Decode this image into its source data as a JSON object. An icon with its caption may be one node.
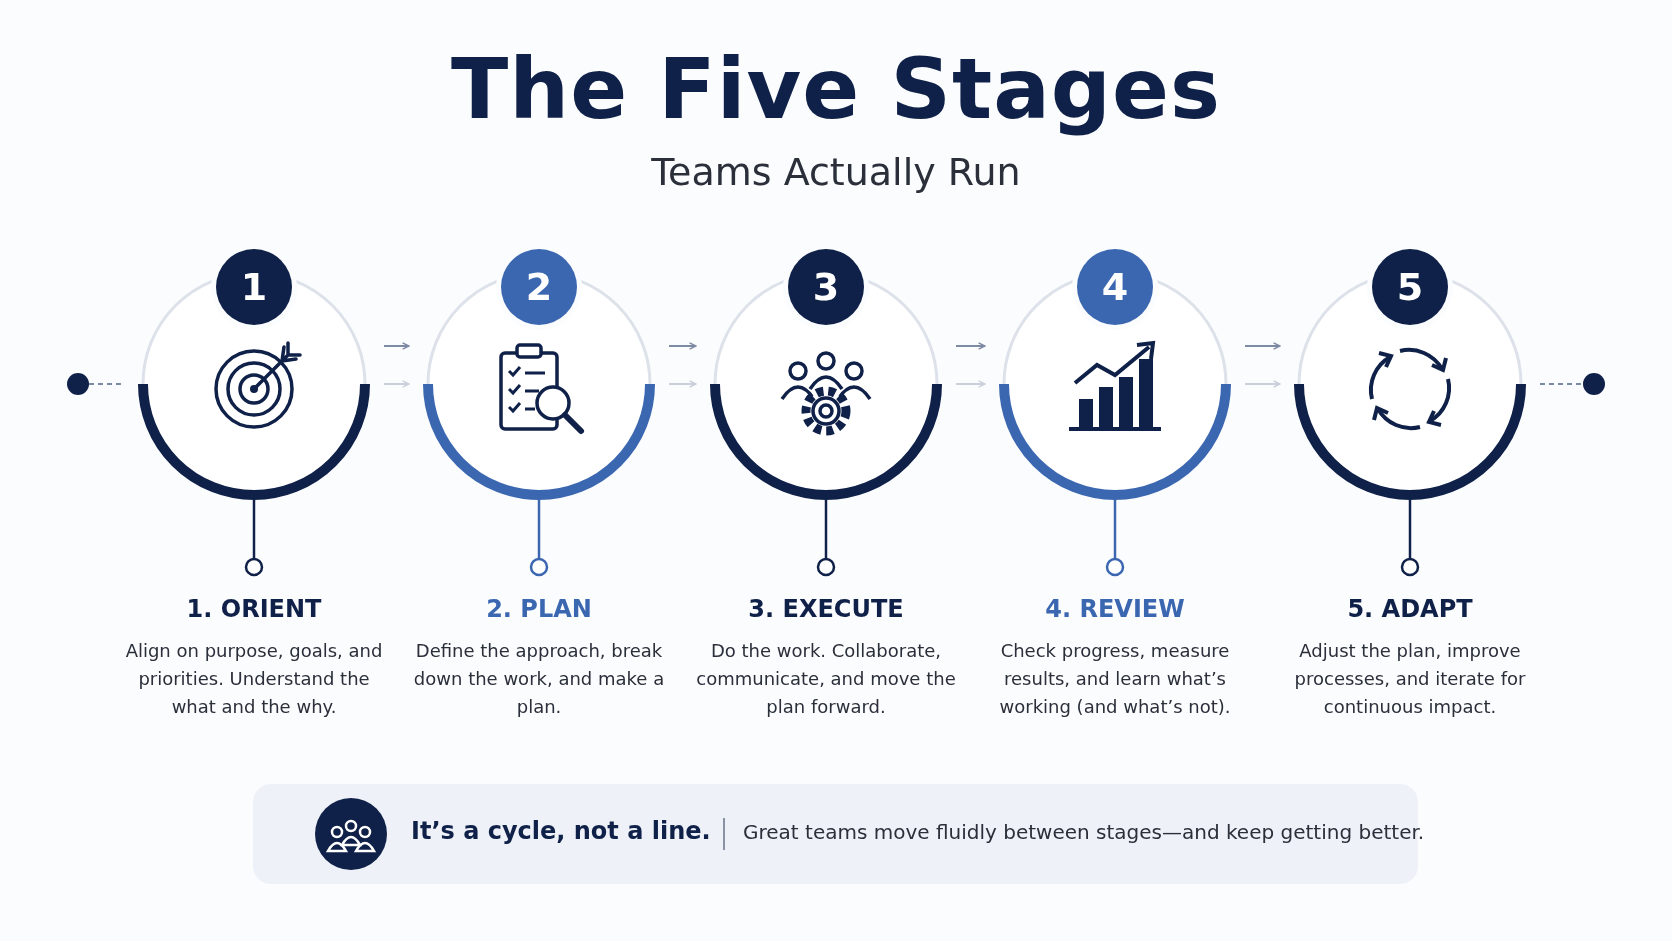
{
  "diagram": {
    "title": "The Five Stages",
    "nodes": [
      {
        "text": [],
        "shape": "circle"
      },
      {
        "text": [
          "1",
          "1. ORIENT",
          "Align on purpose, goals, and priorities. Understand the what and the why."
        ]
      },
      {
        "text": [
          "2",
          "2. PLAN",
          "Define the approach, break down the work, and make a plan."
        ]
      },
      {
        "text": [
          "3",
          "3. EXECUTE",
          "Do the work. Collaborate, communicate, and move the plan forward."
        ]
      },
      {
        "text": [
          "4",
          "4. REVIEW",
          "Check progress, measure results, and learn what’s working (and what’s not)."
        ]
      },
      {
        "text": [
          "5",
          "5. ADAPT",
          "Adjust the plan, improve processes, and iterate for continuous impact."
        ]
      },
      {
        "text": [],
        "shape": "circle"
      },
      {
        "text": [
          "It’s a cycle, not a line.",
          "Great teams move fluidly between stages—and keep getting better."
        ]
      }
    ],
    "edges": [
      {
        "from": 0,
        "to": 1,
        "arrow": "none",
        "style": "dashed"
      },
      {
        "from": 1,
        "to": 2,
        "arrow": "to"
      },
      {
        "from": 1,
        "to": 2,
        "arrow": "to",
        "color": "#c9d0dc"
      },
      {
        "from": 2,
        "to": 3,
        "arrow": "to"
      },
      {
        "from": 2,
        "to": 3,
        "arrow": "to",
        "color": "#c9d0dc"
      },
      {
        "from": 3,
        "to": 4,
        "arrow": "to"
      },
      {
        "from": 3,
        "to": 4,
        "arrow": "to",
        "color": "#c9d0dc"
      },
      {
        "from": 4,
        "to": 5,
        "arrow": "to"
      },
      {
        "from": 4,
        "to": 5,
        "arrow": "to",
        "color": "#c9d0dc"
      },
      {
        "from": 5,
        "to": 6,
        "arrow": "none",
        "style": "dashed"
      }
    ],
    "labels": [
      "Teams Actually Run"
    ]
  }
}
